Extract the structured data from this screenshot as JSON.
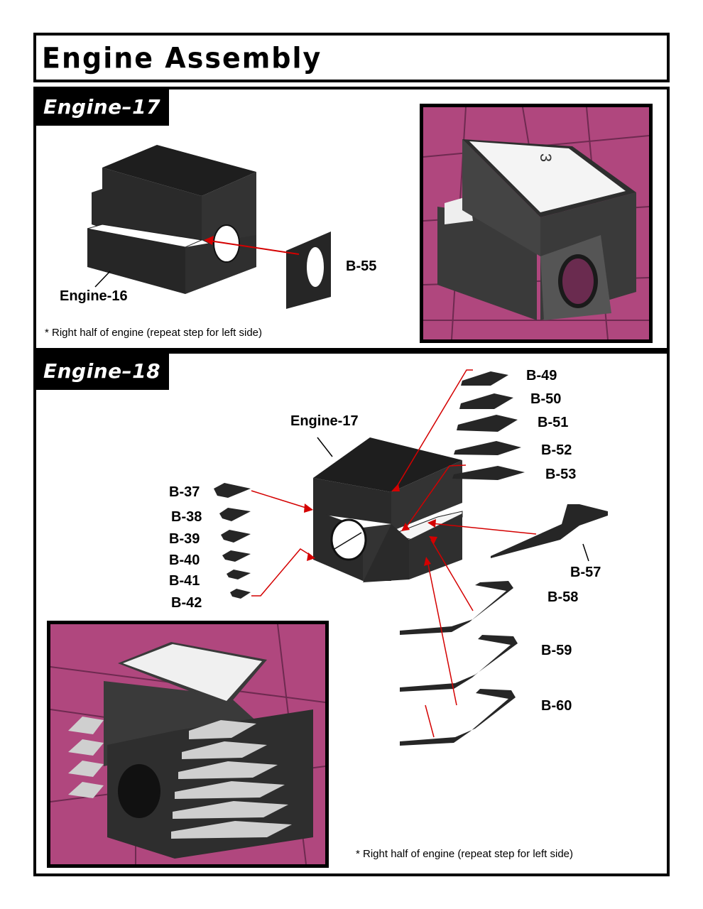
{
  "header": {
    "title": "Engine Assembly"
  },
  "step17": {
    "tab": "Engine–17",
    "part_label": "B-55",
    "base_label": "Engine-16",
    "note": "* Right half of engine (repeat step for left side)",
    "photo_number": "3"
  },
  "step18": {
    "tab": "Engine–18",
    "base_label": "Engine-17",
    "right_parts": [
      "B-49",
      "B-50",
      "B-51",
      "B-52",
      "B-53"
    ],
    "left_parts": [
      "B-37",
      "B-38",
      "B-39",
      "B-40",
      "B-41",
      "B-42"
    ],
    "lower_parts": [
      "B-57",
      "B-58",
      "B-59",
      "B-60"
    ],
    "note": "* Right half of engine (repeat step for left side)"
  },
  "colors": {
    "arrow": "#d40000",
    "part": "#262626",
    "mat": "#b0477e"
  }
}
